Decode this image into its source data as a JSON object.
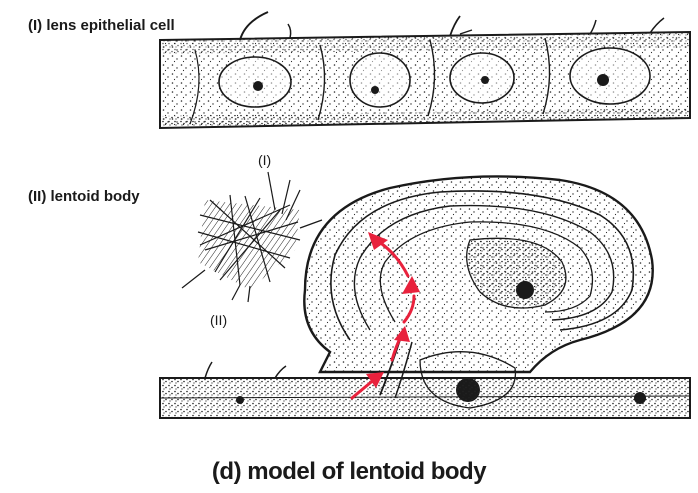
{
  "labels": {
    "epithelial": "(I) lens epithelial cell",
    "lentoid": "(II) lentoid body",
    "marker_one": "(I)",
    "marker_two": "(II)"
  },
  "caption": "(d) model of lentoid body",
  "colors": {
    "ink": "#1a1a1a",
    "stipple": "#2b2b2b",
    "arrow": "#e8213c",
    "background": "#ffffff"
  }
}
